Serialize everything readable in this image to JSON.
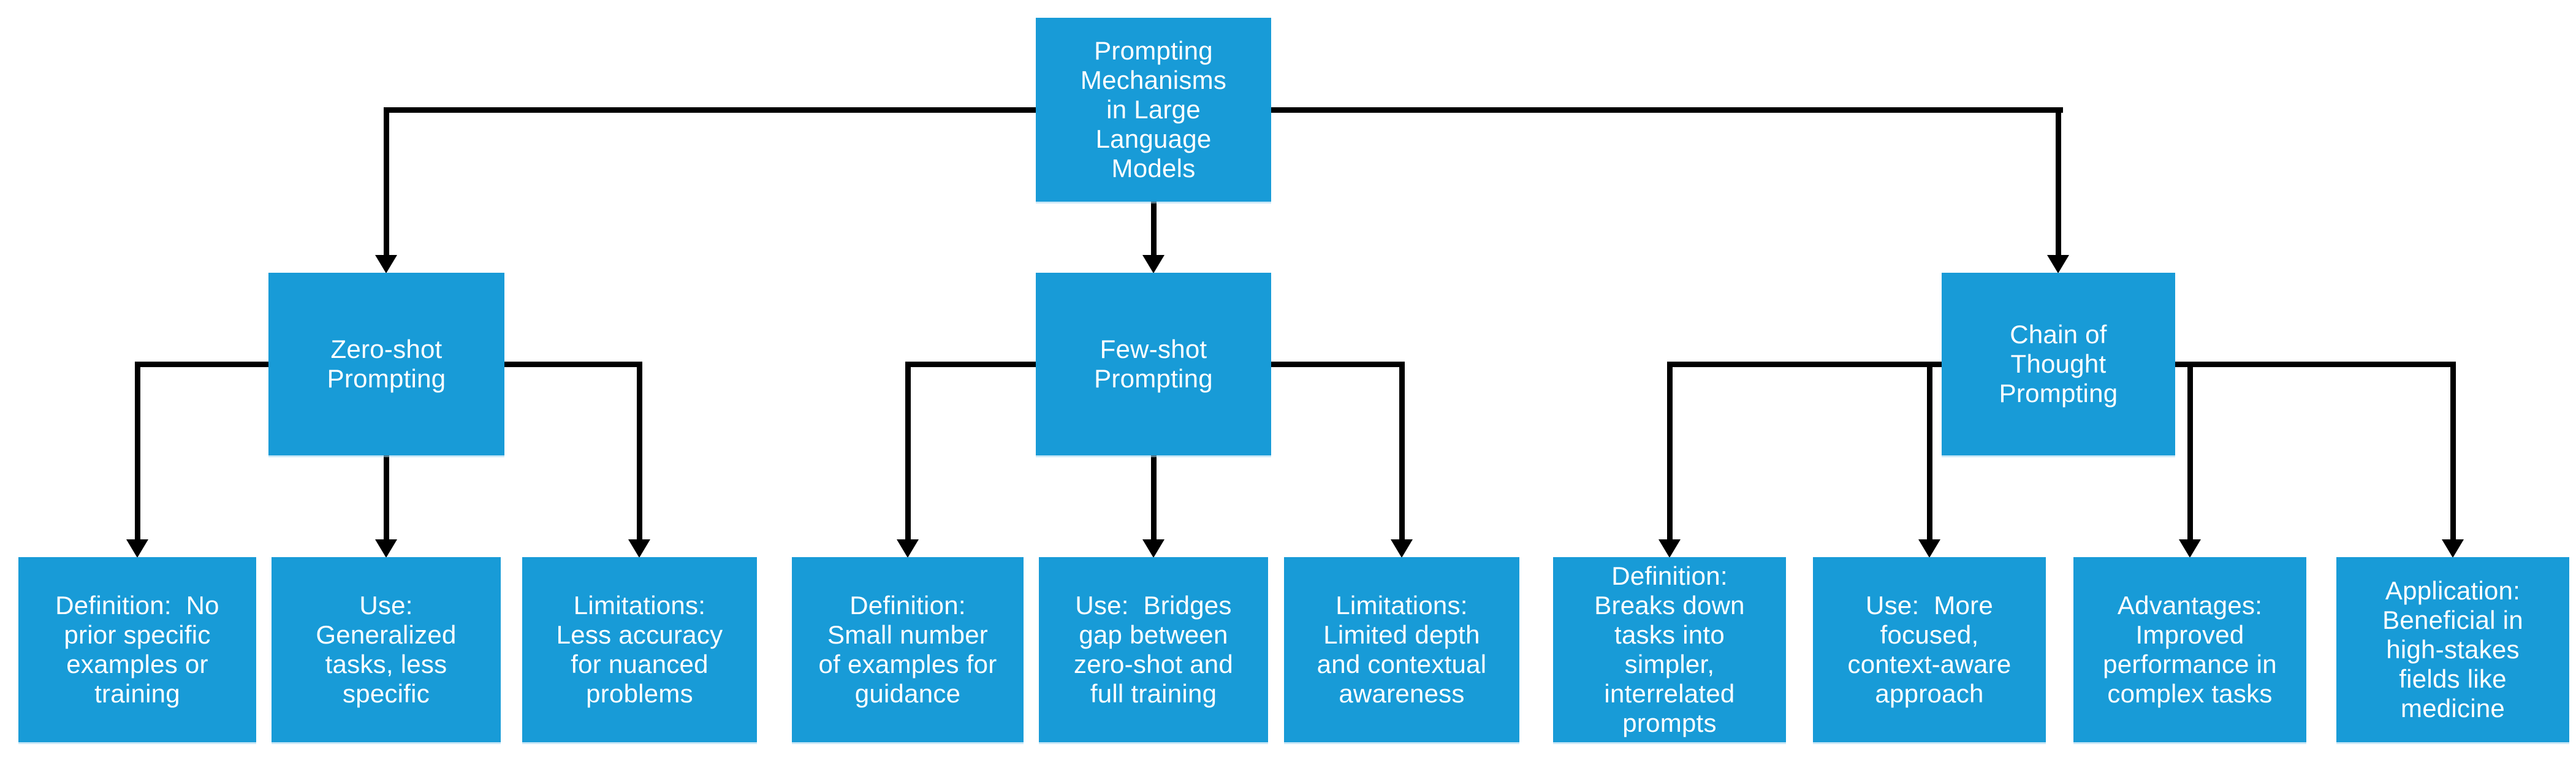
{
  "colors": {
    "node_fill": "#189BD7",
    "node_text": "#FFFFFF",
    "connector": "#000000",
    "background": "#FFFFFF"
  },
  "tree": {
    "root": {
      "label": "Prompting\nMechanisms\nin Large\nLanguage\nModels"
    },
    "branches": [
      {
        "label": "Zero-shot\nPrompting",
        "children": [
          {
            "label": "Definition:  No\nprior specific\nexamples or\ntraining"
          },
          {
            "label": "Use:\nGeneralized\ntasks, less\nspecific"
          },
          {
            "label": "Limitations:\nLess accuracy\nfor nuanced\nproblems"
          }
        ]
      },
      {
        "label": "Few-shot\nPrompting",
        "children": [
          {
            "label": "Definition:\nSmall number\nof examples for\nguidance"
          },
          {
            "label": "Use:  Bridges\ngap between\nzero-shot and\nfull training"
          },
          {
            "label": "Limitations:\nLimited depth\nand contextual\nawareness"
          }
        ]
      },
      {
        "label": "Chain of\nThought\nPrompting",
        "children": [
          {
            "label": "Definition:\nBreaks down\ntasks into\nsimpler,\ninterrelated\nprompts"
          },
          {
            "label": "Use:  More\nfocused,\ncontext-aware\napproach"
          },
          {
            "label": "Advantages:\nImproved\nperformance in\ncomplex tasks"
          },
          {
            "label": "Application:\nBeneficial in\nhigh-stakes\nfields like\nmedicine"
          }
        ]
      }
    ]
  }
}
